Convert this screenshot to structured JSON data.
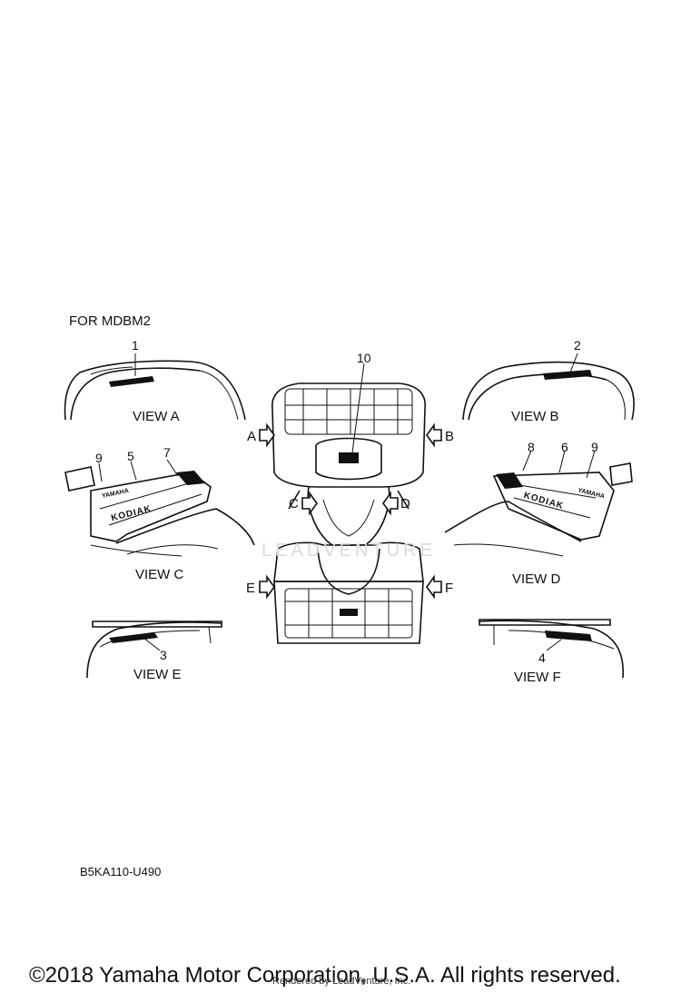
{
  "diagram": {
    "title": "FOR MDBM2",
    "part_code": "B5KA110-U490",
    "copyright": "©2018 Yamaha Motor Corporation, U.S.A. All rights reserved.",
    "rendered_by": "Rendered by LeadVenture, Inc.",
    "watermark": "LEADVENTURE",
    "views": {
      "a": "VIEW A",
      "b": "VIEW B",
      "c": "VIEW C",
      "d": "VIEW D",
      "e": "VIEW E",
      "f": "VIEW F"
    },
    "arrows": {
      "a": "A",
      "b": "B",
      "c": "C",
      "d": "D",
      "e": "E",
      "f": "F"
    },
    "callouts": [
      "1",
      "2",
      "3",
      "4",
      "5",
      "6",
      "7",
      "8",
      "9",
      "9",
      "10"
    ],
    "decal_text": {
      "brand": "YAMAHA",
      "model": "KODIAK"
    }
  }
}
